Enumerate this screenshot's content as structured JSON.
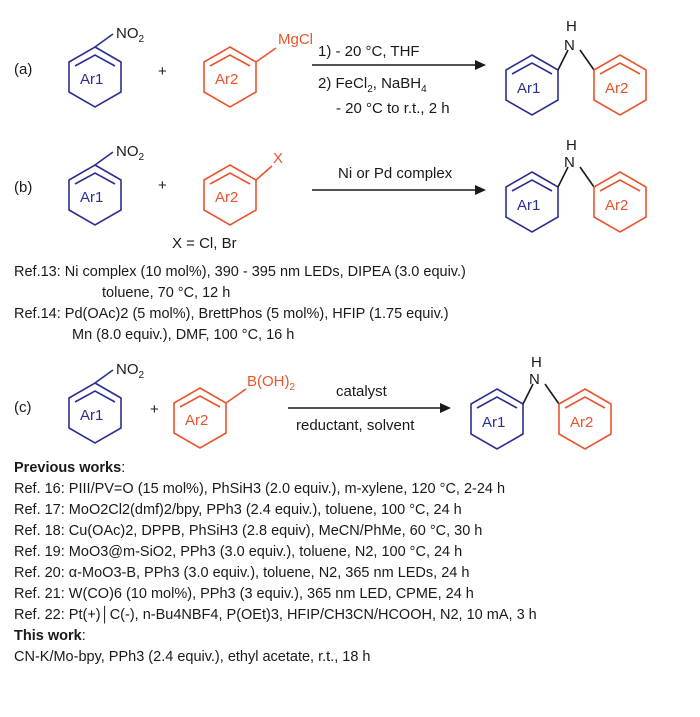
{
  "panels": {
    "a": {
      "label": "(a)",
      "reactant1": {
        "ring": "Ar1",
        "group": "NO2"
      },
      "reactant2": {
        "ring": "Ar2",
        "group": "MgCl"
      },
      "plus": "+",
      "conditions_top": "1) - 20 °C, THF",
      "conditions_bottom_1": "2) FeCl2, NaBH4",
      "conditions_bottom_2": "- 20 °C to r.t., 2 h",
      "product": {
        "left_ring": "Ar1",
        "right_ring": "Ar2",
        "nh": "N",
        "h": "H"
      }
    },
    "b": {
      "label": "(b)",
      "reactant1": {
        "ring": "Ar1",
        "group": "NO2"
      },
      "reactant2": {
        "ring": "Ar2",
        "group": "X"
      },
      "plus": "+",
      "x_def": "X = Cl, Br",
      "conditions_top": "Ni or Pd complex",
      "product": {
        "left_ring": "Ar1",
        "right_ring": "Ar2",
        "nh": "N",
        "h": "H"
      }
    },
    "c": {
      "label": "(c)",
      "reactant1": {
        "ring": "Ar1",
        "group": "NO2"
      },
      "reactant2": {
        "ring": "Ar2",
        "group": "B(OH)2"
      },
      "plus": "+",
      "conditions_top": "catalyst",
      "conditions_bottom": "reductant, solvent",
      "product": {
        "left_ring": "Ar1",
        "right_ring": "Ar2",
        "nh": "N",
        "h": "H"
      }
    }
  },
  "refs_b": [
    {
      "ref": "Ref.13: ",
      "text": "Ni complex (10 mol%), 390 - 395 nm LEDs, DIPEA (3.0 equiv.)"
    },
    {
      "ref": "",
      "text": "toluene, 70 °C, 12 h"
    },
    {
      "ref": "Ref.14: ",
      "text": "Pd(OAc)2 (5 mol%), BrettPhos (5 mol%), HFIP (1.75 equiv.)"
    },
    {
      "ref": "",
      "text": "Mn  (8.0 equiv.), DMF, 100 °C, 16 h"
    }
  ],
  "previous_works_title": "Previous works",
  "previous_works_colon": ":",
  "previous_works": [
    "Ref. 16: PIII/PV=O (15 mol%), PhSiH3 (2.0 equiv.), m-xylene, 120 °C, 2-24 h",
    "Ref. 17: MoO2Cl2(dmf)2/bpy, PPh3 (2.4 equiv.), toluene, 100 °C, 24 h",
    "Ref. 18: Cu(OAc)2, DPPB, PhSiH3 (2.8 equiv), MeCN/PhMe, 60 °C, 30 h",
    "Ref. 19: MoO3@m-SiO2, PPh3 (3.0 equiv.), toluene, N2, 100 °C, 24 h",
    "Ref. 20: α-MoO3-B, PPh3 (3.0 equiv.), toluene, N2, 365 nm LEDs, 24 h",
    "Ref. 21: W(CO)6 (10 mol%), PPh3 (3 equiv.), 365 nm LED, CPME, 24 h",
    "Ref. 22: Pt(+)│C(-), n-Bu4NBF4, P(OEt)3, HFIP/CH3CN/HCOOH, N2, 10 mA, 3 h"
  ],
  "this_work_title": "This work",
  "this_work_colon": ":",
  "this_work": "CN-K/Mo-bpy, PPh3 (2.4 equiv.), ethyl acetate, r.t., 18 h",
  "colors": {
    "ar1": "#2b2f8f",
    "ar2": "#e8542c",
    "text": "#1a1a1a"
  }
}
